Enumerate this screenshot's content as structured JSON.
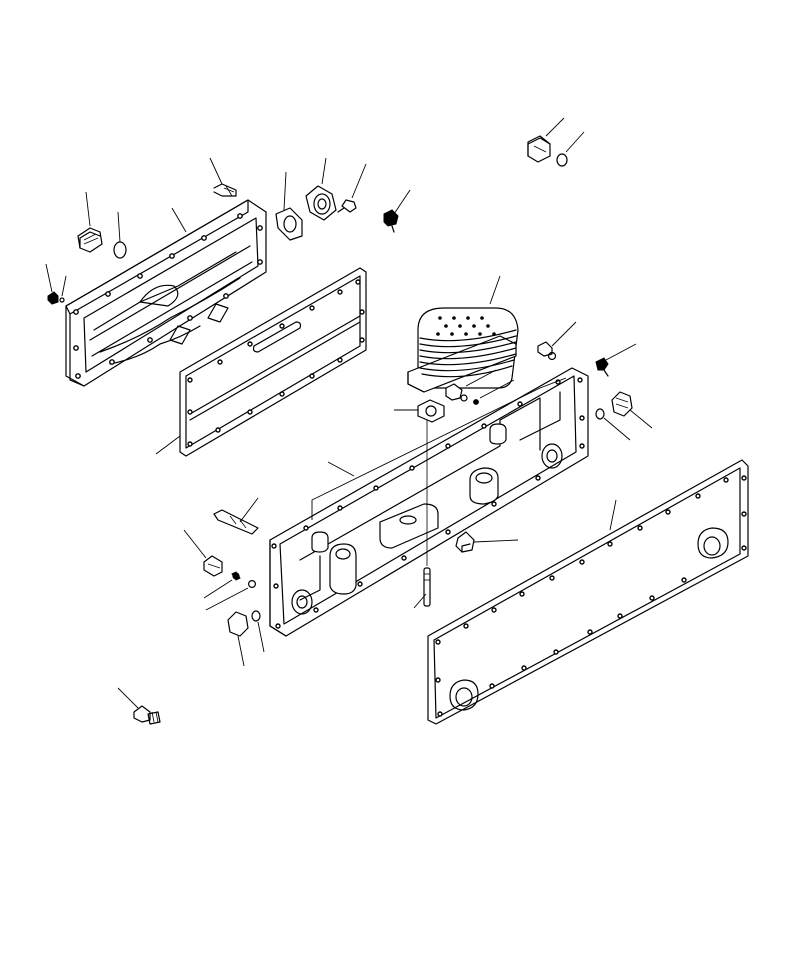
{
  "diagram": {
    "type": "exploded parts view",
    "callout_labels": [],
    "parts": [
      "outer-cover",
      "cover-gasket",
      "oil-cooler-core",
      "cooler-housing",
      "housing-gasket",
      "drain-plug",
      "plug-o-ring",
      "flange-gasket",
      "flange",
      "flange-bolt",
      "breather",
      "union-bolt",
      "washers",
      "long-bolt",
      "elbow-connector",
      "stud-bolt"
    ]
  }
}
